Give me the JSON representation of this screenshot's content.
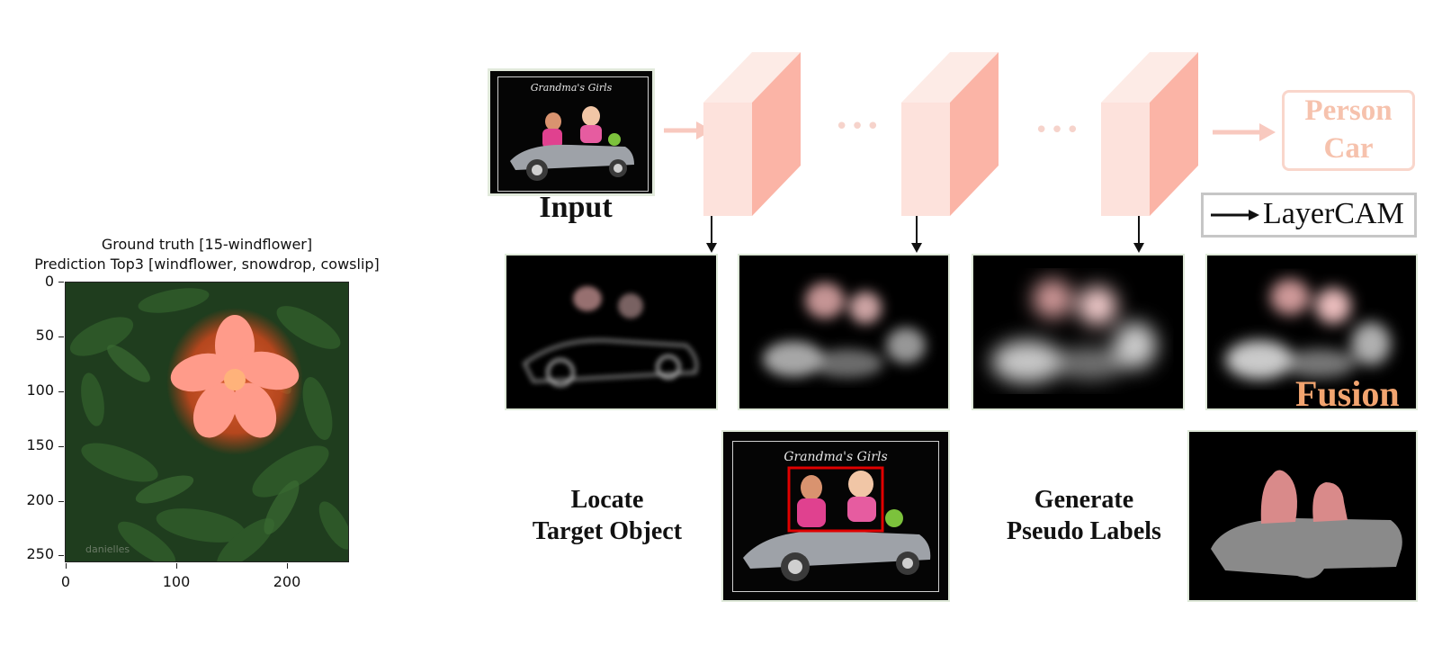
{
  "plot": {
    "title_line1": "Ground truth [15-windflower]",
    "title_line2": "Prediction Top3 [windflower, snowdrop, cowslip]",
    "y_ticks": [
      "0",
      "50",
      "100",
      "150",
      "200",
      "250"
    ],
    "x_ticks": [
      "0",
      "100",
      "200"
    ],
    "watermark": "danielles"
  },
  "diagram": {
    "input_caption": "Grandma's Girls",
    "input_label": "Input",
    "output_line1": "Person",
    "output_line2": "Car",
    "legend_label": "LayerCAM",
    "fusion_label": "Fusion",
    "locate_line1": "Locate",
    "locate_line2": "Target Object",
    "generate_line1": "Generate",
    "generate_line2": "Pseudo Labels",
    "ellipsis": "•••"
  },
  "colors": {
    "block_front": "#fde2dc",
    "block_side": "#fbb4a6",
    "block_top": "#fdebe6",
    "arrow_light": "#f8c9bf",
    "bbox_red": "#e00000",
    "person_mask": "#d98a8a",
    "car_mask": "#8a8a8a"
  }
}
